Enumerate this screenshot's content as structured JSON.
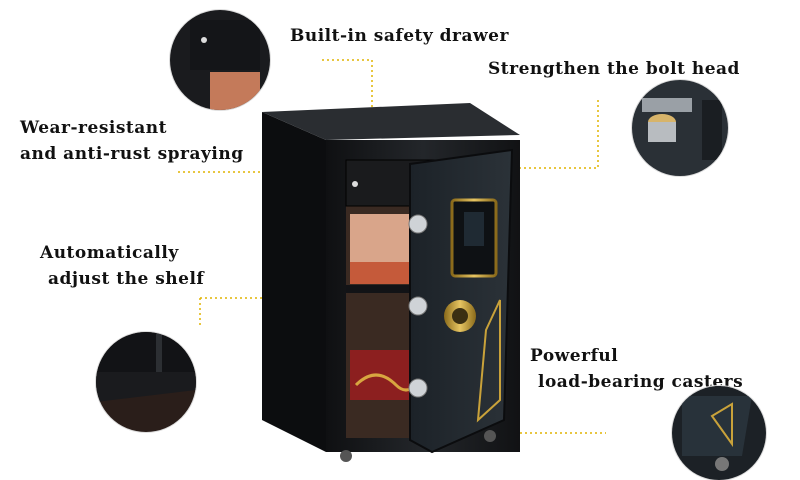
{
  "callouts": {
    "drawer": "Built-in safety drawer",
    "bolt": "Strengthen the bolt head",
    "spray_line1": "Wear-resistant",
    "spray_line2": "and anti-rust spraying",
    "shelf_line1": "Automatically",
    "shelf_line2": "adjust the shelf",
    "casters_line1": "Powerful",
    "casters_line2": "load-bearing casters"
  },
  "colors": {
    "leader": "#e0b400",
    "safe_body": "#1b1d20",
    "accent_gold": "#c9a23a"
  }
}
